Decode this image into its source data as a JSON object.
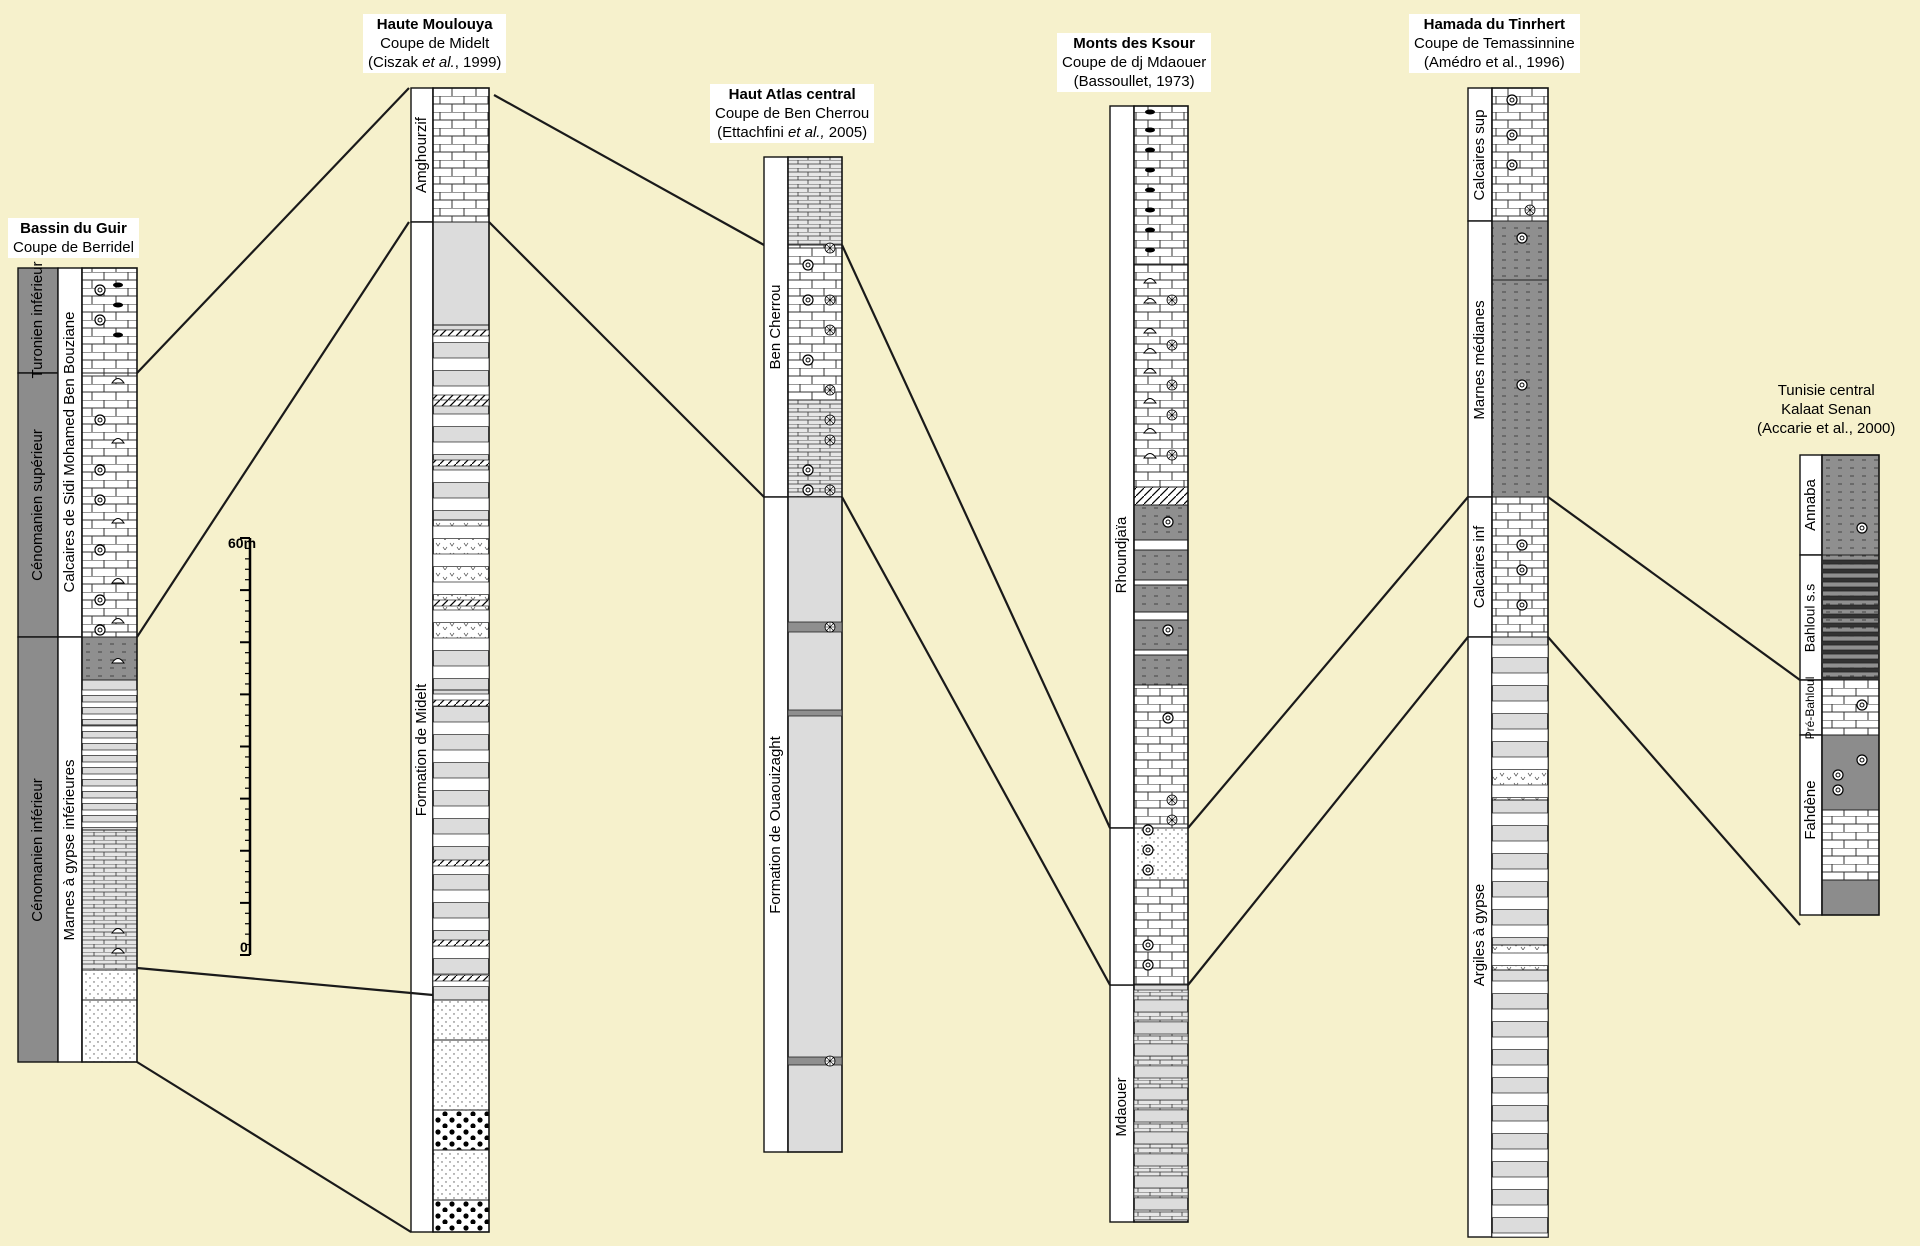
{
  "sections": [
    {
      "id": "guir",
      "title": "Bassin du Guir",
      "subtitle": "Coupe de Berridel",
      "ref": "",
      "stages": [
        "Turonien inférieur",
        "Cénomanien supérieur",
        "Cénomanien inférieur"
      ],
      "formations": [
        "Calcaires de Sidi Mohamed Ben Bouziane",
        "Marnes à gypse inférieures"
      ]
    },
    {
      "id": "moulouya",
      "title": "Haute Moulouya",
      "subtitle": "Coupe de Midelt",
      "ref_pre": "(Ciszak ",
      "ref_it": "et al.",
      "ref_post": ", 1999)",
      "formations": [
        "Amghourzif",
        "Formation de Midelt"
      ]
    },
    {
      "id": "atlas",
      "title": "Haut Atlas central",
      "subtitle": "Coupe de Ben Cherrou",
      "ref_pre": "(Ettachfini ",
      "ref_it": "et al.,",
      "ref_post": " 2005)",
      "formations": [
        "Ben Cherrou",
        "Formation de Ouaouizaght"
      ]
    },
    {
      "id": "ksour",
      "title": "Monts des Ksour",
      "subtitle": "Coupe de dj Mdaouer",
      "ref": "(Bassoullet, 1973)",
      "formations": [
        "Rhoundjaïa",
        "Mdaouer"
      ]
    },
    {
      "id": "tinrhert",
      "title": "Hamada du Tinrhert",
      "subtitle": "Coupe de Temassinnine",
      "ref": "(Amédro et al., 1996)",
      "formations": [
        "Calcaires sup",
        "Marnes médianes",
        "Calcaires inf",
        "Argiles à gypse"
      ]
    },
    {
      "id": "tunisie",
      "title": "Tunisie central",
      "subtitle": "Kalaat Senan",
      "ref": "(Accarie et al., 2000)",
      "formations": [
        "Annaba",
        "Bahloul s.s",
        "Pré-Bahloul",
        "Fahdène"
      ]
    }
  ],
  "scale": {
    "top_label": "60m",
    "bottom_label": "0"
  },
  "colors": {
    "background": "#f6f1cc",
    "marl_light": "#dcdcdc",
    "marl_dark": "#8f8f8f",
    "stage_bar": "#8c8c8c",
    "line": "#1a1a1a"
  }
}
